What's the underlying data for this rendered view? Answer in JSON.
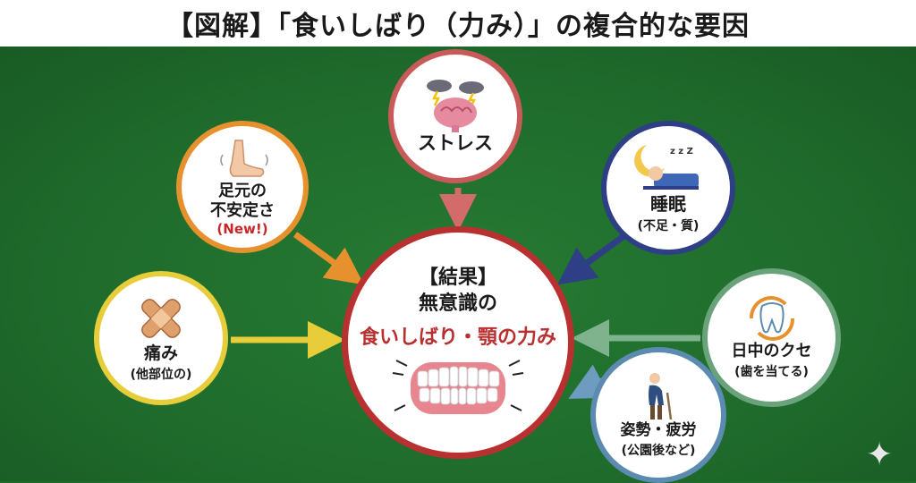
{
  "title": "【図解】「食いしばり（力み）」の複合的な要因",
  "center": {
    "heading": "【結果】",
    "line1": "無意識の",
    "main": "食いしばり・顎の力み"
  },
  "factors": {
    "stress": {
      "label": "ストレス",
      "color": "#c95a5a",
      "icon": "brain-storm-icon"
    },
    "foot": {
      "line1": "足元の",
      "line2": "不安定さ",
      "note": "(New!)",
      "color": "#e6912d",
      "icon": "foot-icon"
    },
    "sleep": {
      "label": "睡眠",
      "sub": "(不足・質)",
      "color": "#2f3f86",
      "icon": "sleeping-moon-icon"
    },
    "pain": {
      "label": "痛み",
      "sub": "(他部位の)",
      "color": "#e8cd3a",
      "icon": "bandage-icon"
    },
    "habit": {
      "label": "日中のクセ",
      "sub": "(歯を当てる)",
      "color": "#6aa37b",
      "icon": "tooth-cycle-icon"
    },
    "posture": {
      "label": "姿勢・疲労",
      "sub": "(公園後など)",
      "color": "#5b8bb0",
      "icon": "tired-person-icon"
    }
  }
}
